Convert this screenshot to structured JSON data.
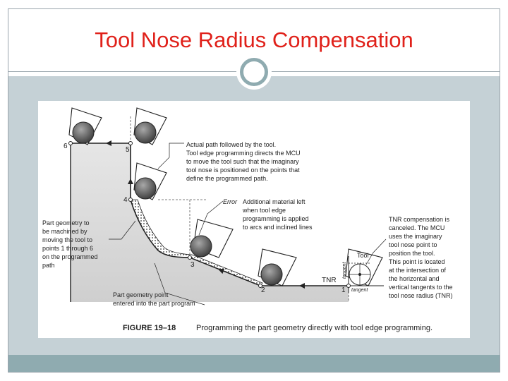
{
  "slide": {
    "title": "Tool Nose Radius Compensation",
    "colors": {
      "title": "#e0211a",
      "content_bg": "#c5d1d6",
      "accent": "#8fabb0",
      "border": "#9aa5ad"
    }
  },
  "figure": {
    "point_labels": [
      "6",
      "5",
      "4",
      "3",
      "2",
      "1"
    ],
    "actual_path_lines": [
      "Actual path followed by the tool.",
      "Tool edge programming directs the MCU",
      "to move the tool such that the imaginary",
      "tool nose is positioned on the points that",
      "define the programmed path."
    ],
    "error_label": "Error",
    "error_lines": [
      "Additional material left",
      "when tool edge",
      "programming is applied",
      "to arcs and inclined lines"
    ],
    "part_geometry_lines": [
      "Part geometry to",
      "be machined by",
      "moving the tool to",
      "points 1 through 6",
      "on the programmed",
      "path"
    ],
    "part_point_lines": [
      "Part geometry point",
      "entered into the part program"
    ],
    "tnr_lines": [
      "TNR compensation is",
      "canceled. The MCU",
      "uses the imaginary",
      "tool nose point to",
      "position the tool.",
      "This point is located",
      "at the intersection of",
      "the horizontal and",
      "vertical tangents to the",
      "tool nose radius (TNR)"
    ],
    "tool_label": "Tool",
    "tnr_label": "TNR",
    "tangent_label": "tangent",
    "tangent_vertical_label": "tangent",
    "caption_number": "FIGURE 19–18",
    "caption_text": "Programming the part geometry directly with tool edge programming."
  }
}
